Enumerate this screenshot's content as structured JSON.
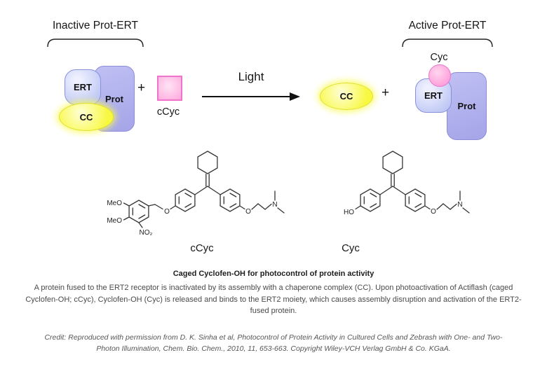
{
  "scheme": {
    "inactive_label": "Inactive Prot-ERT",
    "active_label": "Active Prot-ERT",
    "light_label": "Light",
    "plus_left": "+",
    "plus_right": "+",
    "inactive": {
      "ert": "ERT",
      "prot": "Prot",
      "cc": "CC"
    },
    "ccyc_square_label": "cCyc",
    "active": {
      "cc": "CC",
      "cyc": "Cyc",
      "ert": "ERT",
      "prot": "Prot"
    }
  },
  "structures": {
    "ccyc": {
      "label": "cCyc",
      "atoms": {
        "meo_top": "MeO",
        "meo_bottom": "MeO",
        "no2": "NO₂",
        "o_benzyl": "O",
        "o_chain": "O",
        "n": "N"
      }
    },
    "cyc": {
      "label": "Cyc",
      "atoms": {
        "ho": "HO",
        "o_chain": "O",
        "n": "N"
      }
    }
  },
  "caption": {
    "title": "Caged Cyclofen-OH for photocontrol of protein activity",
    "body": "A protein fused to the ERT2 receptor is inactivated by its assembly with a chaperone complex (CC). Upon photoactivation of Actiflash (caged Cyclofen-OH; cCyc), Cyclofen-OH (Cyc) is released and binds to the ERT2 moiety, which causes assembly disruption and activation of the ERT2-fused protein.",
    "credit": "Credit: Reproduced with permission from D. K. Sinha et al, Photocontrol of Protein Activity in Cultured Cells and Zebrash with One- and Two-Photon Illumination, Chem. Bio. Chem., 2010, 11, 653-663. Copyright Wiley-VCH Verlag GmbH & Co. KGaA."
  },
  "colors": {
    "prot_fill": "#b2b2ee",
    "ert_fill": "#c8d0f6",
    "cc_fill": "#f8f840",
    "ccyc_fill": "#ffa8dd",
    "border_blue": "#8d8dd8",
    "border_pink": "#ef74ca"
  }
}
